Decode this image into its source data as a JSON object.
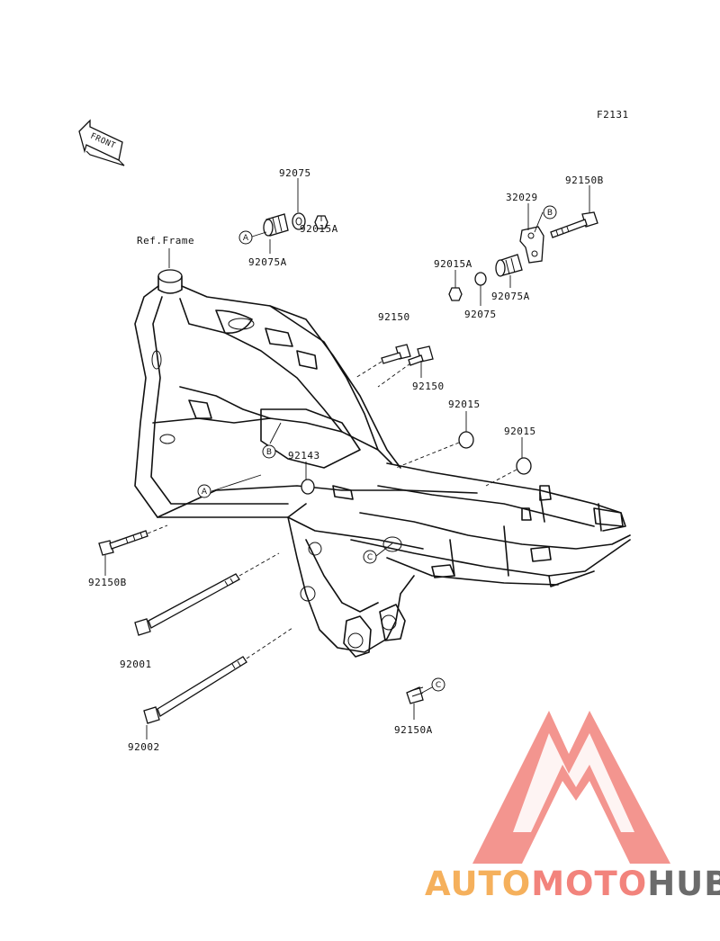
{
  "figure_code": "F2131",
  "front_label": "FRONT",
  "ref_label": "Ref.Frame",
  "part_labels": {
    "p92075_top": "92075",
    "p92015A_top": "92015A",
    "p92075A_top": "92075A",
    "p32029": "32029",
    "p92150B_top": "92150B",
    "p92015A_right": "92015A",
    "p92075A_right": "92075A",
    "p92075_right": "92075",
    "p92150_a": "92150",
    "p92150_b": "92150",
    "p92015_a": "92015",
    "p92015_b": "92015",
    "p92143": "92143",
    "p92150B_left": "92150B",
    "p92001": "92001",
    "p92002": "92002",
    "p92150A": "92150A"
  },
  "callouts": {
    "A1": "A",
    "A2": "A",
    "B1": "B",
    "B2": "B",
    "C1": "C",
    "C2": "C"
  },
  "watermark": {
    "part1": "AUTO",
    "part2": "MOTO",
    "part3": "HUB",
    "color1": "#f5b05c",
    "color2": "#f2837c",
    "color3": "#6b6b6b",
    "logo_color": "#f2837c"
  }
}
